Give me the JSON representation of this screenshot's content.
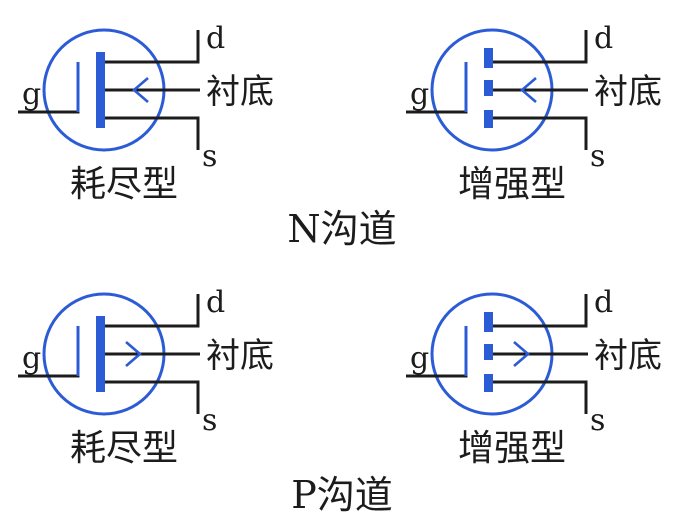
{
  "colors": {
    "circle": "#2c5bd6",
    "channel": "#2c5bd6",
    "arrow": "#2c5bd6",
    "lead": "#1c1c1c",
    "text": "#1c1c1c",
    "background": "#ffffff"
  },
  "symbols": [
    {
      "channel": "n",
      "mode": "depletion",
      "arrow": "inward",
      "labels": {
        "gate": "g",
        "drain": "d",
        "substrate": "衬底",
        "source": "s",
        "caption": "耗尽型"
      }
    },
    {
      "channel": "n",
      "mode": "enhancement",
      "arrow": "inward",
      "labels": {
        "gate": "g",
        "drain": "d",
        "substrate": "衬底",
        "source": "s",
        "caption": "增强型"
      }
    },
    {
      "channel": "p",
      "mode": "depletion",
      "arrow": "outward",
      "labels": {
        "gate": "g",
        "drain": "d",
        "substrate": "衬底",
        "source": "s",
        "caption": "耗尽型"
      }
    },
    {
      "channel": "p",
      "mode": "enhancement",
      "arrow": "outward",
      "labels": {
        "gate": "g",
        "drain": "d",
        "substrate": "衬底",
        "source": "s",
        "caption": "增强型"
      }
    }
  ],
  "group_titles": {
    "n_channel": "N沟道",
    "p_channel": "P沟道"
  }
}
